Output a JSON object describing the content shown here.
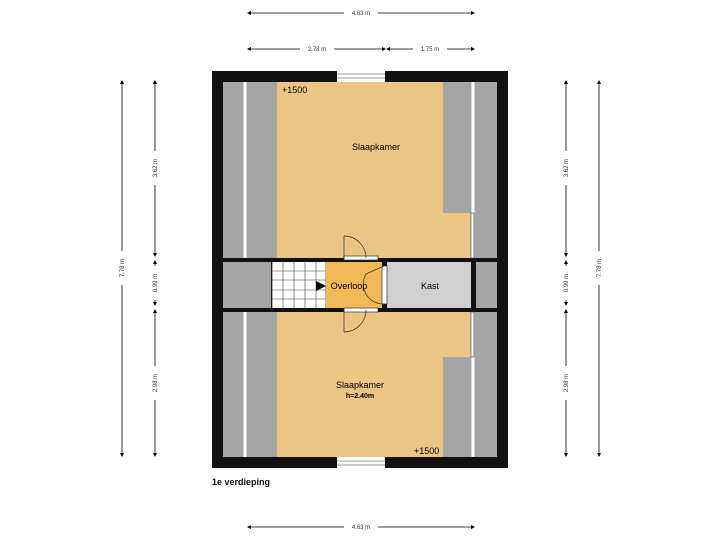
{
  "floor_name": "1e verdieping",
  "rooms": {
    "bedroom_top": "Slaapkamer",
    "bedroom_bottom": "Slaapkamer",
    "bedroom_bottom_height": "h=2.40m",
    "landing": "Overloop",
    "closet": "Kast"
  },
  "levels": {
    "top": "+1500",
    "bottom": "+1500"
  },
  "dimensions": {
    "total_width_top": "4.63 m",
    "width_left": "2.78 m",
    "width_right": "1.75 m",
    "total_width_bottom": "4.63 m",
    "left_total": "7.78 m",
    "left_top": "3.62 m",
    "left_mid": "0.99 m",
    "left_bottom": "2.98 m",
    "right_top": "3.62 m",
    "right_mid": "0.99 m",
    "right_bottom": "2.98 m",
    "right_total": "7.78 m"
  },
  "colors": {
    "wall": "#111111",
    "room_fill": "#ecc484",
    "low_ceiling": "#a5a5a5",
    "closet_fill": "#d0d0d0",
    "landing_fill": "#f2b957",
    "dimension_line": "#000000"
  }
}
